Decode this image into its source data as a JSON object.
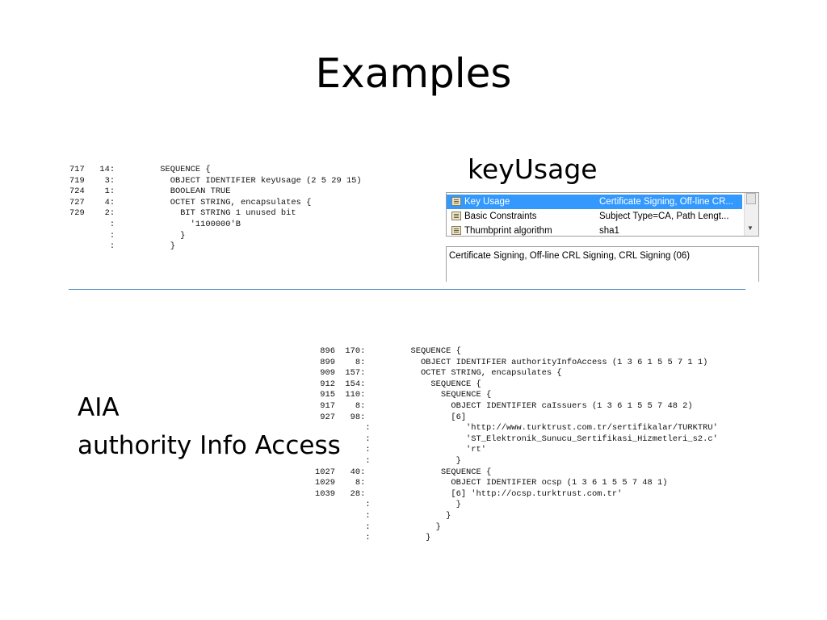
{
  "slide": {
    "title": "Examples"
  },
  "keyusage": {
    "heading": "keyUsage",
    "asn_dump": "717   14:         SEQUENCE {\n719    3:           OBJECT IDENTIFIER keyUsage (2 5 29 15)\n724    1:           BOOLEAN TRUE\n727    4:           OCTET STRING, encapsulates {\n729    2:             BIT STRING 1 unused bit\n        :               '1100000'B\n        :             }\n        :           }",
    "cert_fields": [
      {
        "field": "Key Usage",
        "value": "Certificate Signing, Off-line CR..."
      },
      {
        "field": "Basic Constraints",
        "value": "Subject Type=CA, Path Lengt..."
      },
      {
        "field": "Thumbprint algorithm",
        "value": "sha1"
      }
    ],
    "detail_text": "Certificate Signing, Off-line CRL Signing, CRL Signing (06)"
  },
  "aia": {
    "heading_line1": "AIA",
    "heading_line2": "authority Info Access",
    "asn_dump": " 896  170:         SEQUENCE {\n 899    8:           OBJECT IDENTIFIER authorityInfoAccess (1 3 6 1 5 5 7 1 1)\n 909  157:           OCTET STRING, encapsulates {\n 912  154:             SEQUENCE {\n 915  110:               SEQUENCE {\n 917    8:                 OBJECT IDENTIFIER caIssuers (1 3 6 1 5 5 7 48 2)\n 927   98:                 [6]\n          :                   'http://www.turktrust.com.tr/sertifikalar/TURKTRU'\n          :                   'ST_Elektronik_Sunucu_Sertifikasi_Hizmetleri_s2.c'\n          :                   'rt'\n          :                 }\n1027   40:               SEQUENCE {\n1029    8:                 OBJECT IDENTIFIER ocsp (1 3 6 1 5 5 7 48 1)\n1039   28:                 [6] 'http://ocsp.turktrust.com.tr'\n          :                 }\n          :               }\n          :             }\n          :           }"
  },
  "colors": {
    "divider": "#5b8fc7",
    "selection": "#3399ff"
  }
}
